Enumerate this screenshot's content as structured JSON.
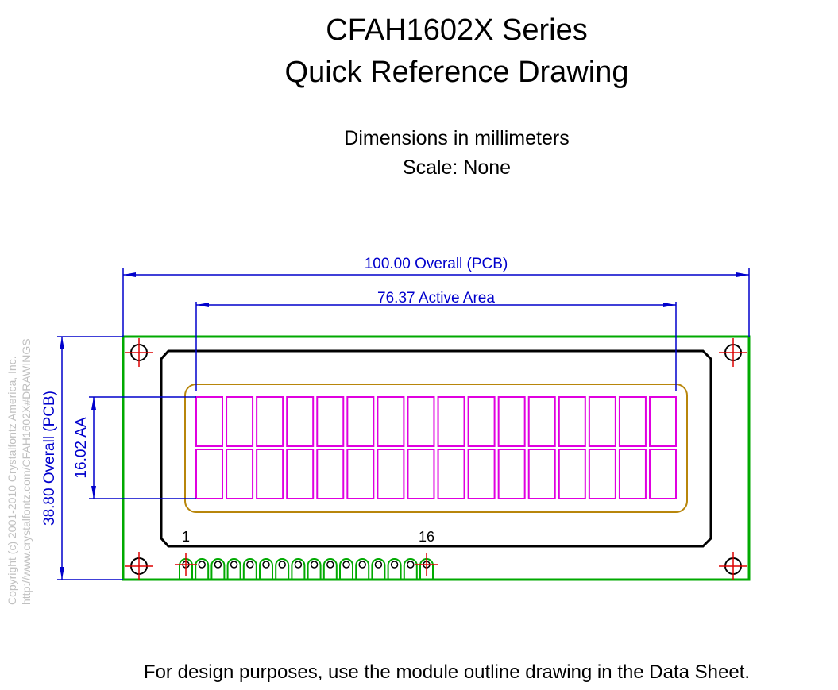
{
  "header": {
    "title_line1": "CFAH1602X Series",
    "title_line2": "Quick Reference Drawing",
    "units": "Dimensions in millimeters",
    "scale": "Scale: None"
  },
  "dimensions": {
    "overall_width": "100.00 Overall (PCB)",
    "active_width": "76.37 Active Area",
    "overall_height": "38.80 Overall (PCB)",
    "active_height": "16.02 AA"
  },
  "pins": {
    "first_label": "1",
    "last_label": "16",
    "count": 16
  },
  "display": {
    "rows": 2,
    "columns": 16
  },
  "copyright": {
    "line1": "Copyright (c) 2001-2010 Crystalfontz America, Inc.",
    "line2": "http://www.crystalfontz.com/CFAH1602X#DRAWINGS"
  },
  "footer": {
    "note": "For design purposes, use the module outline drawing in the Data Sheet."
  },
  "colors": {
    "dimension": "#0000cc",
    "pcb_outline": "#00aa00",
    "bezel": "#000000",
    "viewing_area": "#b8860b",
    "characters": "#e000e0",
    "mount_crosshair": "#dd0000"
  }
}
